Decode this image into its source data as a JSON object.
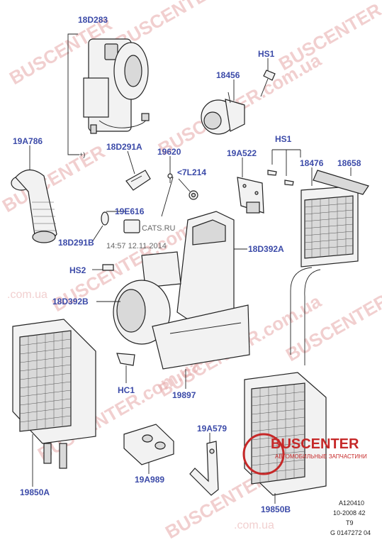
{
  "diagram": {
    "labels": {
      "l18D283": "18D283",
      "hs1_top": "HS1",
      "l18456": "18456",
      "l19A786": "19A786",
      "l18D291A": "18D291A",
      "l19620": "19620",
      "l7L214": "<7L214",
      "l19A522": "19A522",
      "hs1_mid": "HS1",
      "l18476": "18476",
      "l18658": "18658",
      "l19E616": "19E616",
      "l18D291B": "18D291B",
      "l18D392A": "18D392A",
      "hs2": "HS2",
      "l18D392B": "18D392B",
      "hc1": "HC1",
      "l19897": "19897",
      "l19A579": "19A579",
      "l19A989": "19A989",
      "l19850A": "19850A",
      "l19850B": "19850B",
      "plus_marker": "+)"
    },
    "ref_codes": {
      "line1": "A120410",
      "line2": "10-2008 42",
      "line3": "T9",
      "line4": "G 0147272 04"
    },
    "watermarks": {
      "brand_text": "BUSCENTER",
      "site_text": "BUSCENTER.com.ua",
      "domain_text": ".com.ua",
      "stamp_site": "CATS.RU",
      "stamp_time": "14:57 12.11.2014"
    },
    "logo": {
      "name": "BUSCENTER",
      "subtitle": "АВТОМОБИЛЬНЫЕ ЗАПЧАСТИНИ"
    }
  },
  "colors": {
    "label_blue": "#3b4aa8",
    "watermark_pink": "#e7a9a9",
    "logo_red": "#c62828"
  }
}
